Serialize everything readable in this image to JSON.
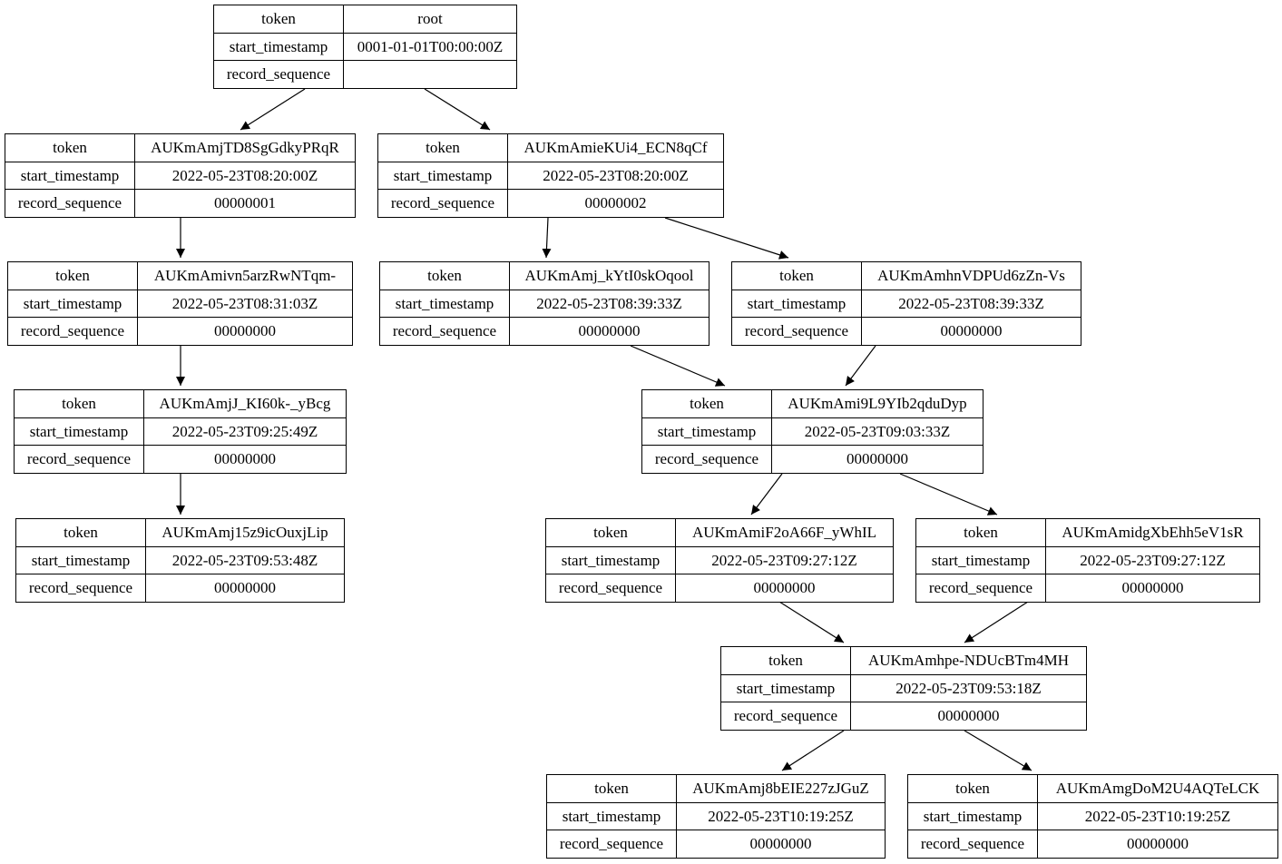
{
  "field_labels": {
    "token": "token",
    "start_timestamp": "start_timestamp",
    "record_sequence": "record_sequence"
  },
  "nodes": [
    {
      "id": "root",
      "token": "root",
      "start_timestamp": "0001-01-01T00:00:00Z",
      "record_sequence": ""
    },
    {
      "id": "n1",
      "token": "AUKmAmjTD8SgGdkyPRqR",
      "start_timestamp": "2022-05-23T08:20:00Z",
      "record_sequence": "00000001"
    },
    {
      "id": "n2",
      "token": "AUKmAmieKUi4_ECN8qCf",
      "start_timestamp": "2022-05-23T08:20:00Z",
      "record_sequence": "00000002"
    },
    {
      "id": "n3",
      "token": "AUKmAmivn5arzRwNTqm-",
      "start_timestamp": "2022-05-23T08:31:03Z",
      "record_sequence": "00000000"
    },
    {
      "id": "n4",
      "token": "AUKmAmj_kYtI0skOqool",
      "start_timestamp": "2022-05-23T08:39:33Z",
      "record_sequence": "00000000"
    },
    {
      "id": "n5",
      "token": "AUKmAmhnVDPUd6zZn-Vs",
      "start_timestamp": "2022-05-23T08:39:33Z",
      "record_sequence": "00000000"
    },
    {
      "id": "n6",
      "token": "AUKmAmjJ_KI60k-_yBcg",
      "start_timestamp": "2022-05-23T09:25:49Z",
      "record_sequence": "00000000"
    },
    {
      "id": "n7",
      "token": "AUKmAmi9L9YIb2qduDyp",
      "start_timestamp": "2022-05-23T09:03:33Z",
      "record_sequence": "00000000"
    },
    {
      "id": "n8",
      "token": "AUKmAmj15z9icOuxjLip",
      "start_timestamp": "2022-05-23T09:53:48Z",
      "record_sequence": "00000000"
    },
    {
      "id": "n9",
      "token": "AUKmAmiF2oA66F_yWhIL",
      "start_timestamp": "2022-05-23T09:27:12Z",
      "record_sequence": "00000000"
    },
    {
      "id": "n10",
      "token": "AUKmAmidgXbEhh5eV1sR",
      "start_timestamp": "2022-05-23T09:27:12Z",
      "record_sequence": "00000000"
    },
    {
      "id": "n11",
      "token": "AUKmAmhpe-NDUcBTm4MH",
      "start_timestamp": "2022-05-23T09:53:18Z",
      "record_sequence": "00000000"
    },
    {
      "id": "n12",
      "token": "AUKmAmj8bEIE227zJGuZ",
      "start_timestamp": "2022-05-23T10:19:25Z",
      "record_sequence": "00000000"
    },
    {
      "id": "n13",
      "token": "AUKmAmgDoM2U4AQTeLCK",
      "start_timestamp": "2022-05-23T10:19:25Z",
      "record_sequence": "00000000"
    }
  ],
  "edges": [
    {
      "from": "root",
      "to": "n1"
    },
    {
      "from": "root",
      "to": "n2"
    },
    {
      "from": "n1",
      "to": "n3"
    },
    {
      "from": "n2",
      "to": "n4"
    },
    {
      "from": "n2",
      "to": "n5"
    },
    {
      "from": "n3",
      "to": "n6"
    },
    {
      "from": "n6",
      "to": "n8"
    },
    {
      "from": "n4",
      "to": "n7"
    },
    {
      "from": "n5",
      "to": "n7"
    },
    {
      "from": "n7",
      "to": "n9"
    },
    {
      "from": "n7",
      "to": "n10"
    },
    {
      "from": "n9",
      "to": "n11"
    },
    {
      "from": "n10",
      "to": "n11"
    },
    {
      "from": "n11",
      "to": "n12"
    },
    {
      "from": "n11",
      "to": "n13"
    }
  ]
}
